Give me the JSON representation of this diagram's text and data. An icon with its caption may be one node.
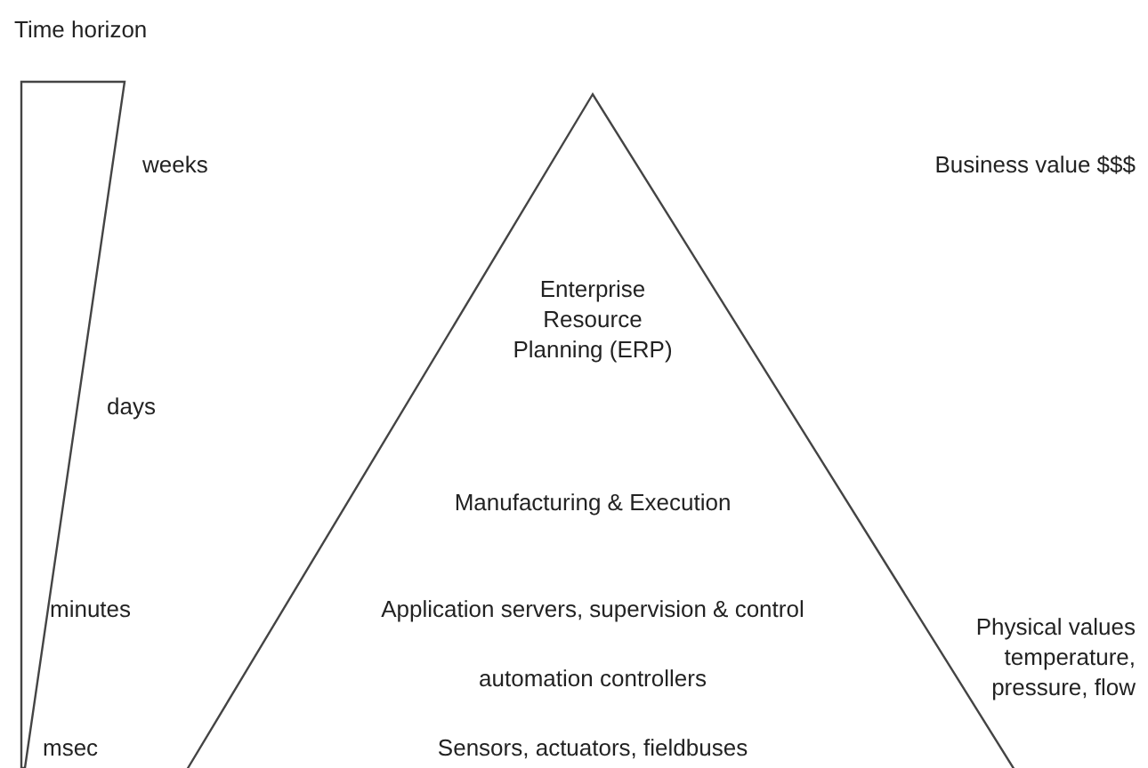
{
  "diagram": {
    "nodes": [
      {
        "text": [
          "Time horizon",
          "weeks",
          "days",
          "minutes",
          "msec"
        ]
      },
      {
        "text": [
          "Enterprise Resource Planning (ERP)",
          "Manufacturing & Execution",
          "Application servers, supervision & control",
          "automation controllers",
          "Sensors, actuators, fieldbuses"
        ]
      }
    ],
    "labels": [
      "Business value $$$",
      "Physical values temperature, pressure, flow"
    ]
  }
}
